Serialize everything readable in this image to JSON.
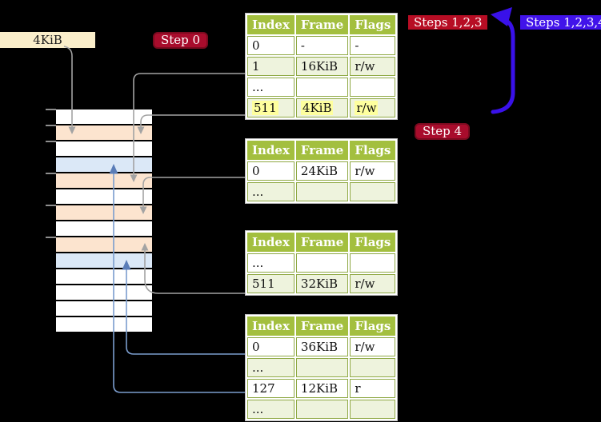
{
  "memory_label": "4KiB",
  "badges": [
    {
      "id": "step0",
      "label": "Step 0"
    },
    {
      "id": "steps123",
      "label": "Steps 1,2,3"
    },
    {
      "id": "steps1234",
      "label": "Steps 1,2,3,4"
    },
    {
      "id": "step4",
      "label": "Step 4"
    }
  ],
  "memory_stack": {
    "frame_size": "4KiB",
    "frames": [
      {
        "index": 0,
        "fill": "free"
      },
      {
        "index": 1,
        "fill": "page-table"
      },
      {
        "index": 2,
        "fill": "free"
      },
      {
        "index": 3,
        "fill": "mapped-page"
      },
      {
        "index": 4,
        "fill": "page-table"
      },
      {
        "index": 5,
        "fill": "free"
      },
      {
        "index": 6,
        "fill": "page-table"
      },
      {
        "index": 7,
        "fill": "free"
      },
      {
        "index": 8,
        "fill": "page-table"
      },
      {
        "index": 9,
        "fill": "mapped-page"
      },
      {
        "index": 10,
        "fill": "free"
      },
      {
        "index": 11,
        "fill": "free"
      },
      {
        "index": 12,
        "fill": "free"
      },
      {
        "index": 13,
        "fill": "free"
      }
    ]
  },
  "tables": [
    {
      "name": "page-table-1",
      "headers": [
        "Index",
        "Frame",
        "Flags"
      ],
      "rows": [
        {
          "cells": [
            "0",
            "-",
            "-"
          ],
          "shaded": false,
          "highlighted": false
        },
        {
          "cells": [
            "1",
            "16KiB",
            "r/w"
          ],
          "shaded": true,
          "highlighted": false
        },
        {
          "cells": [
            "...",
            "",
            ""
          ],
          "shaded": false,
          "highlighted": false
        },
        {
          "cells": [
            "511",
            "4KiB",
            "r/w"
          ],
          "shaded": true,
          "highlighted": true
        }
      ]
    },
    {
      "name": "page-table-2",
      "headers": [
        "Index",
        "Frame",
        "Flags"
      ],
      "rows": [
        {
          "cells": [
            "0",
            "24KiB",
            "r/w"
          ],
          "shaded": false,
          "highlighted": false
        },
        {
          "cells": [
            "...",
            "",
            ""
          ],
          "shaded": true,
          "highlighted": false
        }
      ]
    },
    {
      "name": "page-table-3",
      "headers": [
        "Index",
        "Frame",
        "Flags"
      ],
      "rows": [
        {
          "cells": [
            "...",
            "",
            ""
          ],
          "shaded": false,
          "highlighted": false
        },
        {
          "cells": [
            "511",
            "32KiB",
            "r/w"
          ],
          "shaded": true,
          "highlighted": false
        }
      ]
    },
    {
      "name": "page-table-4",
      "headers": [
        "Index",
        "Frame",
        "Flags"
      ],
      "rows": [
        {
          "cells": [
            "0",
            "36KiB",
            "r/w"
          ],
          "shaded": false,
          "highlighted": false
        },
        {
          "cells": [
            "...",
            "",
            ""
          ],
          "shaded": true,
          "highlighted": false
        },
        {
          "cells": [
            "127",
            "12KiB",
            "r"
          ],
          "shaded": false,
          "highlighted": false
        },
        {
          "cells": [
            "...",
            "",
            ""
          ],
          "shaded": true,
          "highlighted": false
        }
      ]
    }
  ],
  "colors": {
    "background": "#000000",
    "table_header_green": "#a3bf3f",
    "table_row_green": "#eef3dd",
    "frame_page_table_peach": "#fce4cf",
    "frame_mapped_page_blue": "#dbe8f7",
    "highlight_yellow": "#feff9e",
    "badge_red": "#a80c2c",
    "badge_blue_violet": "#4113ea",
    "arrow_gray": "#a3a3a3",
    "arrow_steel_blue": "#7b9dce",
    "big_arrow_blue": "#3911e9",
    "label_cream": "#faeeca"
  }
}
